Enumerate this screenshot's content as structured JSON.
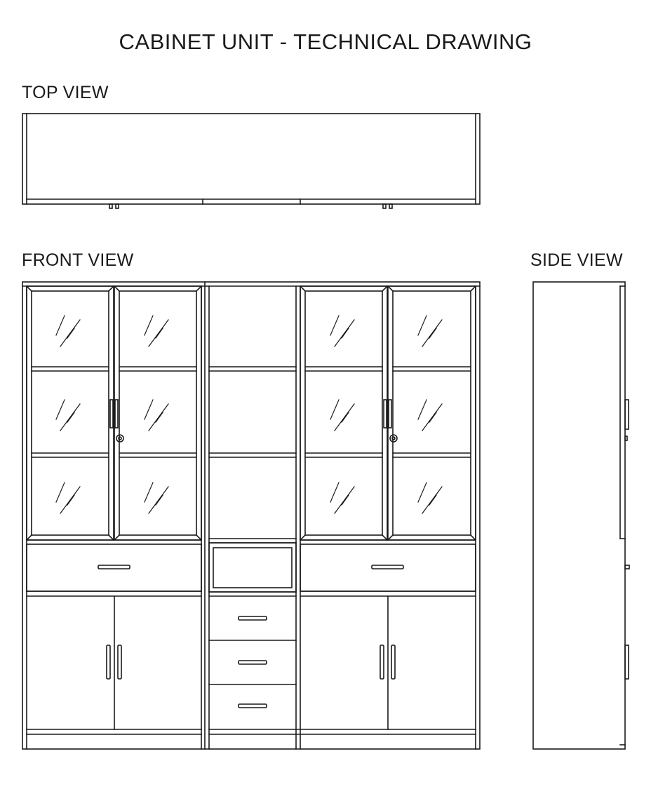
{
  "title": "CABINET UNIT - TECHNICAL DRAWING",
  "views": {
    "top": "TOP VIEW",
    "front": "FRONT VIEW",
    "side": "SIDE VIEW"
  },
  "colors": {
    "line": "#1a1a1a",
    "background": "#ffffff"
  }
}
